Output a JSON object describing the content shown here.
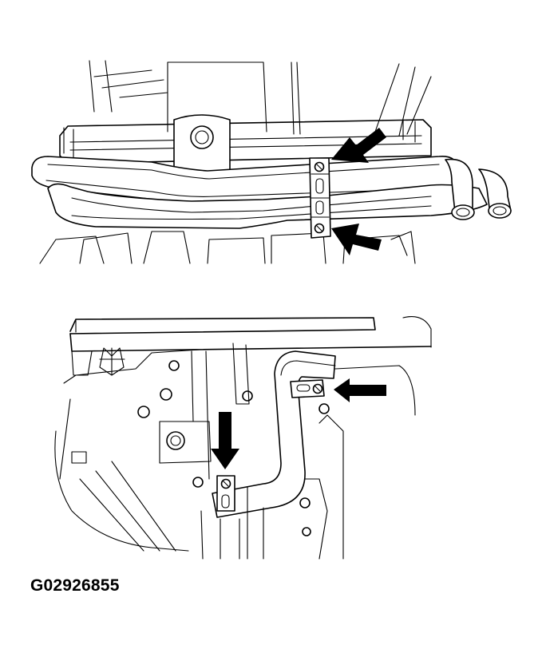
{
  "figure_code": "G02926855",
  "colors": {
    "line": "#000000",
    "background": "#ffffff"
  },
  "views": [
    {
      "name": "upper-view",
      "callouts": 2
    },
    {
      "name": "lower-view",
      "callouts": 2
    }
  ]
}
